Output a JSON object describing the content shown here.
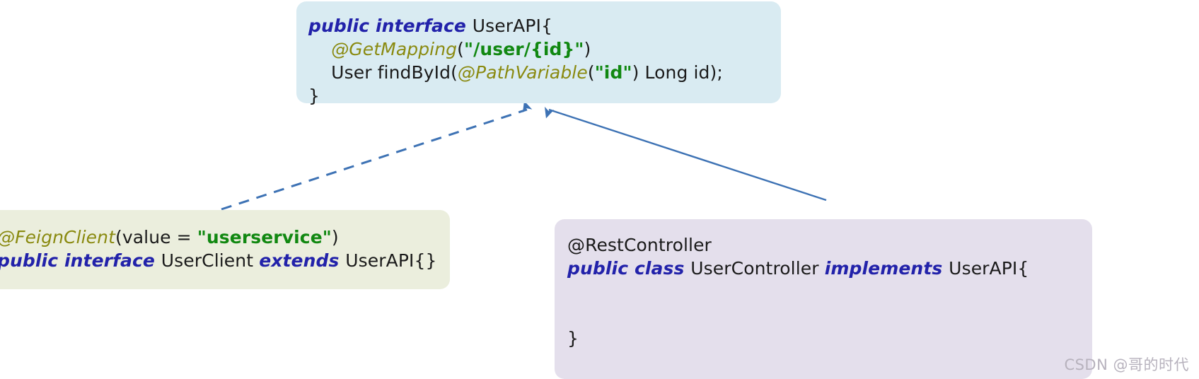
{
  "diagram": {
    "type": "uml-class-relationship",
    "title": "Feign UserAPI interface inheritance diagram",
    "colors": {
      "interface_box_bg": "#d9ebf2",
      "client_box_bg": "#ebeedd",
      "controller_box_bg": "#e4dfec",
      "connector": "#3d72b4",
      "keyword": "#2222aa",
      "annotation": "#8a8a10",
      "string": "#118811",
      "plain_text": "#1a1a1a",
      "watermark": "#b7b2bd",
      "page_bg": "#ffffff"
    }
  },
  "boxes": {
    "user_api": {
      "name": "UserAPI",
      "lines": [
        {
          "tokens": [
            {
              "text": "public interface ",
              "style": "kw"
            },
            {
              "text": "UserAPI{",
              "style": "plain"
            }
          ]
        },
        {
          "tokens": [
            {
              "text": "    ",
              "style": "plain"
            },
            {
              "text": "@GetMapping",
              "style": "ann"
            },
            {
              "text": "(",
              "style": "plain"
            },
            {
              "text": "\"/user/{id}\"",
              "style": "str"
            },
            {
              "text": ")",
              "style": "plain"
            }
          ]
        },
        {
          "tokens": [
            {
              "text": "    User findById(",
              "style": "plain"
            },
            {
              "text": "@PathVariable",
              "style": "ann"
            },
            {
              "text": "(",
              "style": "plain"
            },
            {
              "text": "\"id\"",
              "style": "str"
            },
            {
              "text": ") Long id);",
              "style": "plain"
            }
          ]
        },
        {
          "tokens": [
            {
              "text": "}",
              "style": "plain"
            }
          ]
        }
      ]
    },
    "user_client": {
      "name": "UserClient",
      "lines": [
        {
          "tokens": [
            {
              "text": "@FeignClient",
              "style": "ann"
            },
            {
              "text": "(value = ",
              "style": "plain"
            },
            {
              "text": "\"userservice\"",
              "style": "str"
            },
            {
              "text": ")",
              "style": "plain"
            }
          ]
        },
        {
          "tokens": [
            {
              "text": "public interface ",
              "style": "kw"
            },
            {
              "text": "UserClient ",
              "style": "plain"
            },
            {
              "text": "extends ",
              "style": "kw"
            },
            {
              "text": "UserAPI{}",
              "style": "plain"
            }
          ]
        }
      ]
    },
    "user_controller": {
      "name": "UserController",
      "lines": [
        {
          "tokens": [
            {
              "text": "@RestController",
              "style": "ann-plain"
            }
          ]
        },
        {
          "tokens": [
            {
              "text": "public class ",
              "style": "kw"
            },
            {
              "text": "UserController ",
              "style": "plain"
            },
            {
              "text": "implements ",
              "style": "kw"
            },
            {
              "text": "UserAPI{",
              "style": "plain"
            }
          ]
        },
        {
          "tokens": [
            {
              "text": "",
              "style": "plain"
            }
          ]
        },
        {
          "tokens": [
            {
              "text": "",
              "style": "plain"
            }
          ]
        },
        {
          "tokens": [
            {
              "text": "}",
              "style": "plain"
            }
          ]
        }
      ]
    }
  },
  "connectors": [
    {
      "id": "implements-dashed",
      "from": "user_client",
      "to": "user_api",
      "style": "dashed",
      "arrow": "open-triangle",
      "label": ""
    },
    {
      "id": "implements-solid",
      "from": "user_controller",
      "to": "user_api",
      "style": "solid",
      "arrow": "open-triangle",
      "label": ""
    }
  ],
  "watermark": {
    "text": "CSDN @哥的时代"
  }
}
